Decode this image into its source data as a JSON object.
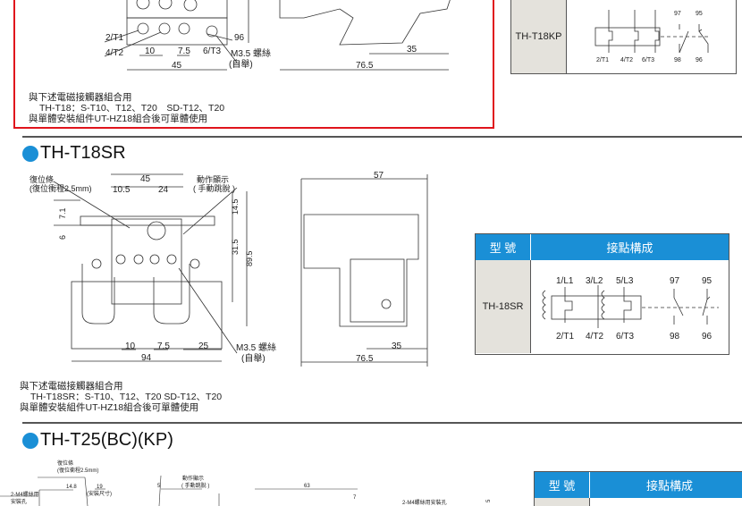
{
  "section_prev": {
    "labels": {
      "t1": "2/T1",
      "t2": "4/T2",
      "t3": "6/T3",
      "c96": "96",
      "d10": "10",
      "d75": "7.5",
      "d45": "45",
      "d35": "35",
      "d765": "76.5",
      "screw": "M3.5 螺絲",
      "screw_note": "(自舉)"
    },
    "notes": [
      "與下述電磁接觸器組合用",
      "TH-T18：S-T10、T12、T20　SD-T12、T20",
      "與單體安裝組件UT-HZ18組合後可單體使用"
    ],
    "table": {
      "model": "TH-T18KP",
      "terminals": {
        "t1": "2/T1",
        "t2": "4/T2",
        "t3": "6/T3",
        "n97": "97",
        "n95": "95",
        "n98": "98",
        "n96": "96"
      }
    }
  },
  "section_t18sr": {
    "title": "TH-T18SR",
    "labels": {
      "reset": "復位條",
      "reset_note": "(復位衝程2.5mm)",
      "indicator": "動作顯示",
      "indicator_note": "( 手動跳脫 )",
      "d45": "45",
      "d105": "10.5",
      "d24": "24",
      "d71": "7.1",
      "d6": "6",
      "d145": "14.5",
      "d315": "31.5",
      "d895": "89.5",
      "d10": "10",
      "d75": "7.5",
      "d25": "25",
      "d94": "94",
      "d57": "57",
      "d35": "35",
      "d765": "76.5",
      "screw": "M3.5 螺絲",
      "screw_note": "(自舉)"
    },
    "notes": [
      "與下述電磁接觸器組合用",
      "TH-T18SR：S-T10、T12、T20 SD-T12、T20",
      "與單體安裝組件UT-HZ18組合後可單體使用"
    ],
    "table": {
      "header_model": "型 號",
      "header_contacts": "接點構成",
      "model": "TH-18SR",
      "terminals": {
        "l1": "1/L1",
        "l2": "3/L2",
        "l3": "5/L3",
        "t1": "2/T1",
        "t2": "4/T2",
        "t3": "6/T3",
        "n97": "97",
        "n95": "95",
        "n98": "98",
        "n96": "96"
      }
    }
  },
  "section_t25": {
    "title": "TH-T25(BC)(KP)",
    "labels": {
      "reset": "復位條",
      "reset_note": "(復位衝程2.5mm)",
      "indicator": "動作顯示",
      "indicator_note": "( 手動跳脫 )",
      "mount": "2-M4螺絲用",
      "mount2": "安裝孔",
      "d148": "14.8",
      "d19": "19",
      "mount_size": "(安裝尺寸)",
      "d5": "5",
      "d63": "63",
      "d7": "7",
      "mount_side": "2-M4螺絲用安裝孔",
      "d5b": "5"
    },
    "table": {
      "header_model": "型 號",
      "header_contacts": "接點構成"
    }
  },
  "colors": {
    "accent": "#1a8fd6",
    "frame": "#e0141c",
    "cell": "#e4e2dc"
  }
}
